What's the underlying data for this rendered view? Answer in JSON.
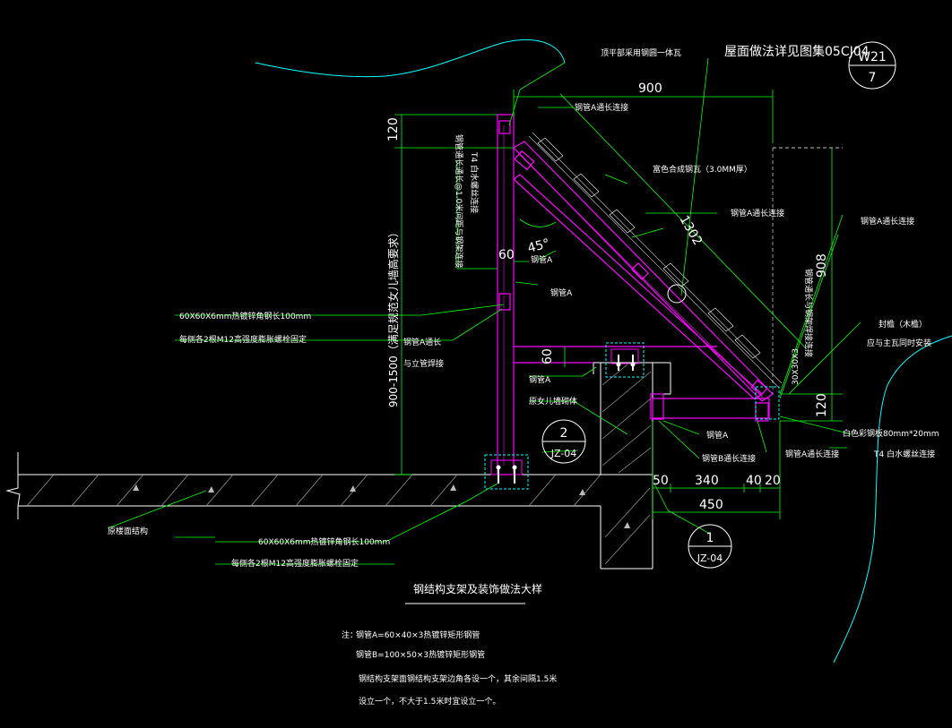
{
  "header": {
    "roof_ref": "屋面做法详见图集05CJ04",
    "top_left_note": "顶平部采用钢圆一体瓦"
  },
  "callouts": [
    {
      "number": "W21",
      "sheet": "7"
    },
    {
      "number": "2",
      "sheet": "JZ-04"
    },
    {
      "number": "1",
      "sheet": "JZ-04"
    }
  ],
  "dimensions": {
    "d900_top": "900",
    "d120_left": "120",
    "d_height_range": "900-1500（满足规范女儿墙高要求）",
    "d1302": "1302",
    "d908_right": "908",
    "d120_right": "120",
    "d60_a": "60",
    "d60_b": "60",
    "angle": "45°",
    "d50": "50",
    "d340": "340",
    "d40": "40",
    "d20": "20",
    "d450": "450",
    "d_square": "30X30X3"
  },
  "labels": {
    "steel_a_long_1": "钢管A通长连接",
    "steel_a_long_2": "钢管A通长连接",
    "steel_a_long_3": "钢管A通长连接",
    "steel_a_long_4": "钢管A通长连接",
    "alloy_tile": "富色合成钢瓦（3.0MM厚）",
    "vertical_note_1": "钢管通长通长@1.0米间距与钢架连接",
    "vertical_note_2": "T4 白水螺丝连接",
    "steel_a_1": "钢管A",
    "steel_a_2": "钢管A",
    "steel_a_3": "钢管A",
    "steel_a_4": "钢管A",
    "angle_spec_1": "60X60X6mm热镀锌角钢长100mm",
    "bolt_spec_1": "每侧各2根M12高强度膨胀螺栓固定",
    "steel_a_through": "钢管A通长",
    "steel_a_weld": "与立管焊接",
    "parapet": "原女儿墙砌体",
    "original_roof": "原楼面结构",
    "angle_spec_2": "60X60X6mm热镀锌角钢长100mm",
    "bolt_spec_2": "每侧各2根M12高强度膨胀螺栓固定",
    "steel_b_long": "钢管B通长连接",
    "gutter_1": "封檐（木檐）",
    "gutter_2": "应与主瓦同时安装",
    "white_steel": "白色彩钢板80mm*20mm",
    "screw": "T4 白水螺丝连接",
    "square_tube_note": "钢管通长与钢架焊接连接"
  },
  "title": "钢结构支架及装饰做法大样",
  "notes": {
    "prefix": "注：",
    "line1": "钢管A=60×40×3热镀锌矩形钢管",
    "line2": "钢管B=100×50×3热镀锌矩形钢管",
    "line3": "钢结构支架面钢结构支架边角各设一个，其余间隔1.5米",
    "line4": "设立一个，不大于1.5米时宜设立一个。"
  },
  "colors": {
    "background": "#000000",
    "text": "#ffffff",
    "leader": "#00ff00",
    "steel": "#ff00ff",
    "hatch": "#c0c0c0",
    "cyan": "#00ffff"
  }
}
